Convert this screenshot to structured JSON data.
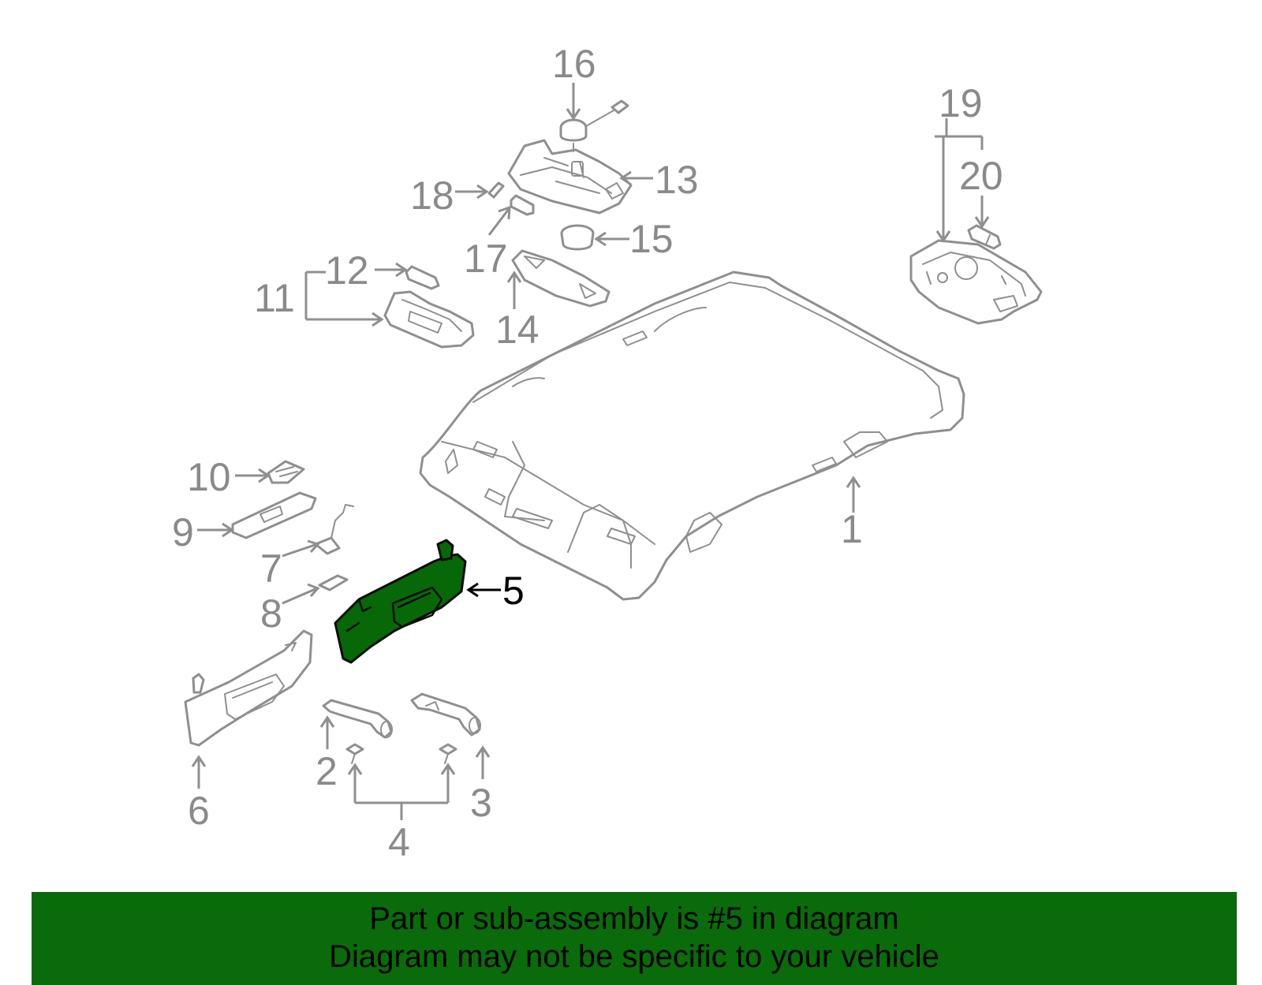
{
  "callouts": [
    {
      "id": "1",
      "label": "1"
    },
    {
      "id": "2",
      "label": "2"
    },
    {
      "id": "3",
      "label": "3"
    },
    {
      "id": "4",
      "label": "4"
    },
    {
      "id": "5",
      "label": "5"
    },
    {
      "id": "6",
      "label": "6"
    },
    {
      "id": "7",
      "label": "7"
    },
    {
      "id": "8",
      "label": "8"
    },
    {
      "id": "9",
      "label": "9"
    },
    {
      "id": "10",
      "label": "10"
    },
    {
      "id": "11",
      "label": "11"
    },
    {
      "id": "12",
      "label": "12"
    },
    {
      "id": "13",
      "label": "13"
    },
    {
      "id": "14",
      "label": "14"
    },
    {
      "id": "15",
      "label": "15"
    },
    {
      "id": "16",
      "label": "16"
    },
    {
      "id": "17",
      "label": "17"
    },
    {
      "id": "18",
      "label": "18"
    },
    {
      "id": "19",
      "label": "19"
    },
    {
      "id": "20",
      "label": "20"
    }
  ],
  "highlighted_part": "5",
  "colors": {
    "highlight_fill": "#076807",
    "banner_bg": "#0a6b0a",
    "line_gray": "#8f8f8f",
    "label_gray": "#8a8a8a"
  },
  "banner": {
    "line1": "Part or sub-assembly is #5 in diagram",
    "line2": "Diagram may not be specific to your vehicle"
  }
}
